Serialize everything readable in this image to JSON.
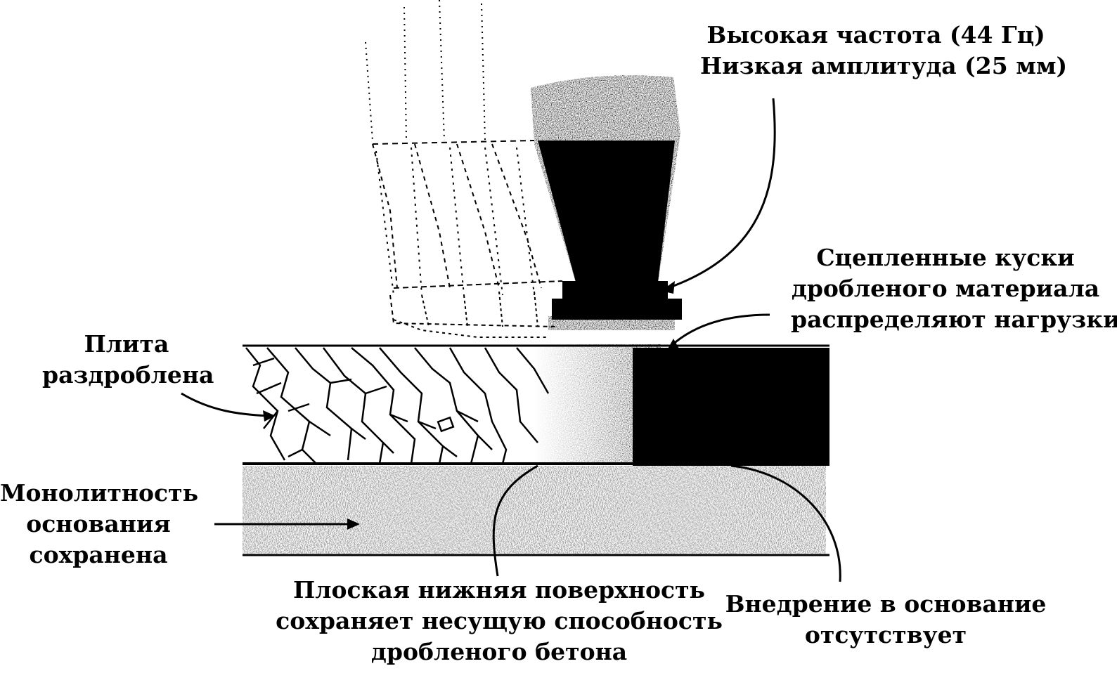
{
  "labels": {
    "frequency": {
      "line1": "Высокая частота (44 Гц)",
      "line2": "Низкая амплитуда (25 мм)"
    },
    "chunks": {
      "line1": "Сцепленные куски",
      "line2": "дробленого материала",
      "line3": "распределяют нагрузки"
    },
    "slab": {
      "line1": "Плита",
      "line2": "раздроблена"
    },
    "base": {
      "line1": "Монолитность",
      "line2": "основания",
      "line3": "сохранена"
    },
    "flat_surface": {
      "line1": "Плоская нижняя поверхность",
      "line2": "сохраняет несущую способность",
      "line3": "дробленого бетона"
    },
    "penetration": {
      "line1": "Внедрение в основание",
      "line2": "отсутствует"
    }
  },
  "colors": {
    "ink": "#000000",
    "background": "#ffffff",
    "base_fill": "#9a9a9a",
    "crushed_fill": "#ffffff"
  }
}
